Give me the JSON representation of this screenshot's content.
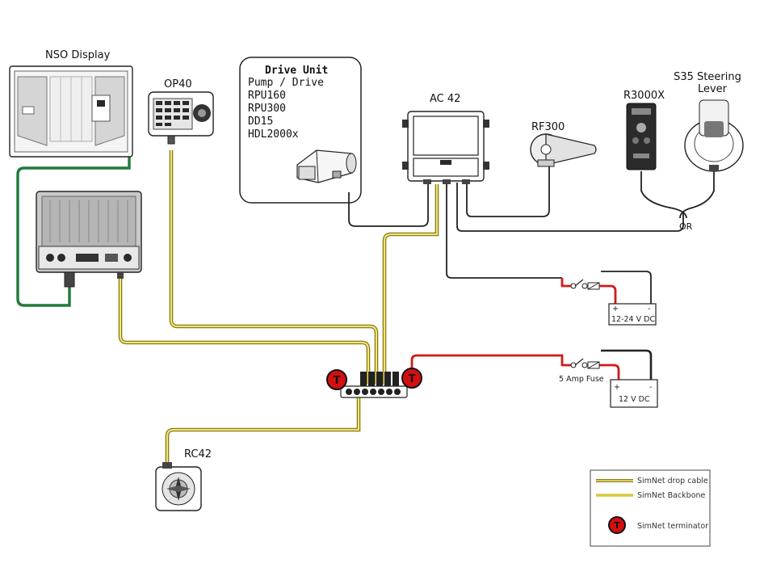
{
  "devices": {
    "nso_display": "NSO Display",
    "op40": "OP40",
    "ac42": "AC 42",
    "rf300": "RF300",
    "r3000x": "R3000X",
    "s35_line1": "S35 Steering",
    "s35_line2": "Lever",
    "rc42": "RC42"
  },
  "drive_unit": {
    "title": "Drive Unit",
    "models": [
      "Pump / Drive",
      "RPU160",
      "RPU300",
      "DD15",
      "HDL2000x"
    ]
  },
  "labels": {
    "or": "OR",
    "terminator_letter": "T",
    "fuse_label": "5 Amp Fuse"
  },
  "batteries": [
    {
      "plus": "+",
      "minus": "-",
      "label": "12-24 V DC"
    },
    {
      "plus": "+",
      "minus": "-",
      "label": "12 V DC"
    }
  ],
  "legend": {
    "drop_cable": "SimNet drop cable",
    "backbone": "SimNet Backbone",
    "terminator": "SimNet terminator"
  },
  "colors": {
    "simnet_yellow": "#d8c93a",
    "nmea_green": "#1f7a3a",
    "power_red": "#d11a1a",
    "terminator_red": "#d40f0f",
    "cable_black": "#222222"
  }
}
